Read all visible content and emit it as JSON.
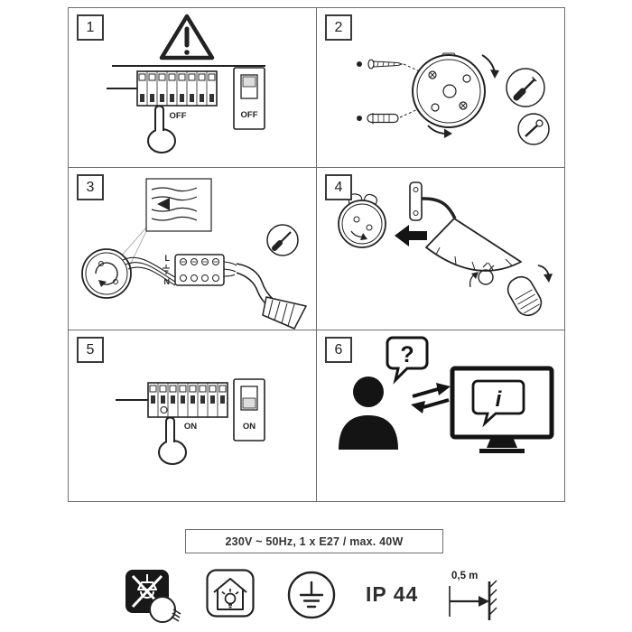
{
  "steps": [
    {
      "number": "1",
      "fusebox_label": "OFF",
      "switch_label": "OFF"
    },
    {
      "number": "2"
    },
    {
      "number": "3",
      "terminal_live": "L",
      "terminal_neutral": "N"
    },
    {
      "number": "4"
    },
    {
      "number": "5",
      "fusebox_label": "ON",
      "switch_label": "ON"
    },
    {
      "number": "6",
      "question_label": "?",
      "info_label": "i"
    }
  ],
  "spec": {
    "text": "230V ~ 50Hz, 1 x E27 / max. 40W"
  },
  "badges": {
    "ip_rating": "IP 44",
    "min_distance": "0,5 m"
  },
  "colors": {
    "ink": "#222222",
    "accent_fill": "#141414",
    "border_gray": "#6e6e6e"
  }
}
